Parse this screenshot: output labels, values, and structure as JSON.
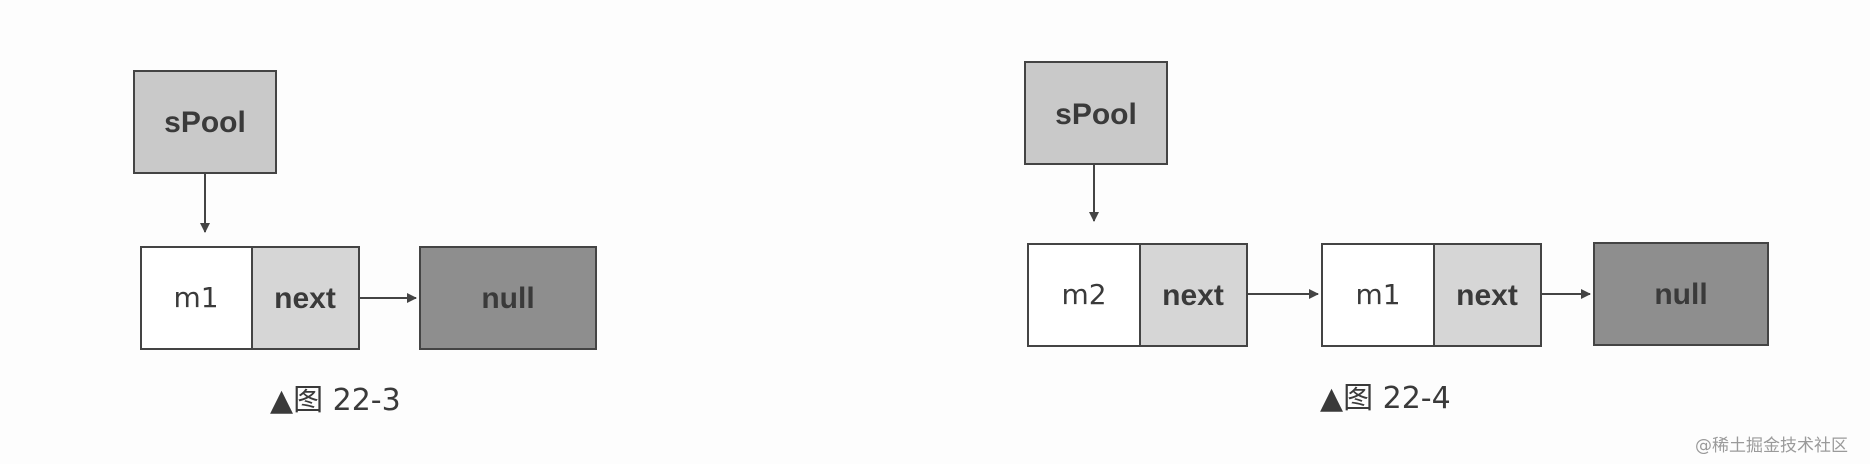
{
  "colors": {
    "pointer_box": "#c9c9c9",
    "next_box": "#d6d6d6",
    "null_box": "#8e8e8e",
    "value_box": "#ffffff",
    "stroke": "#444444"
  },
  "figure_a": {
    "pointer_label": "sPool",
    "nodes": [
      {
        "value": "m1",
        "next": "next"
      }
    ],
    "null_label": "null",
    "caption": "▲图 22-3"
  },
  "figure_b": {
    "pointer_label": "sPool",
    "nodes": [
      {
        "value": "m2",
        "next": "next"
      },
      {
        "value": "m1",
        "next": "next"
      }
    ],
    "null_label": "null",
    "caption": "▲图 22-4"
  },
  "watermark": "@稀土掘金技术社区"
}
